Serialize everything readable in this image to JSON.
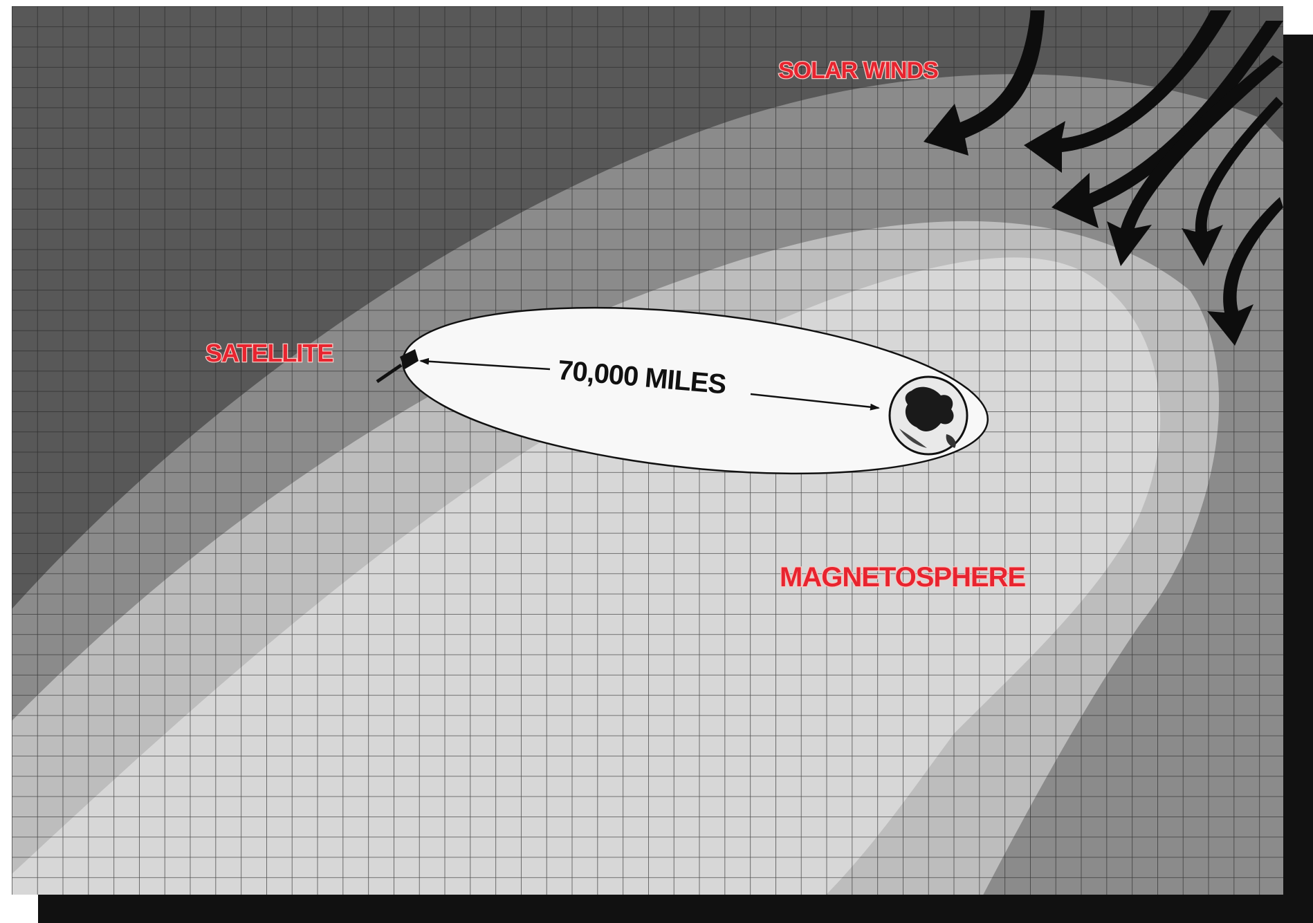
{
  "labels": {
    "solar_winds": "SOLAR WINDS",
    "satellite": "SATELLITE",
    "distance": "70,000 MILES",
    "magnetosphere": "MAGNETOSPHERE"
  },
  "colors": {
    "red_label": "#e8242f",
    "deep_space": "#555555",
    "outer_band": "#8a8a8a",
    "middle_band": "#bfbfbf",
    "inner_band": "#d6d6d6",
    "orbit_fill": "#f8f8f8",
    "arrow": "#111111",
    "grid_line": "#2a2a2a"
  },
  "icons": [
    "satellite-icon",
    "earth-icon",
    "solar-wind-arrows"
  ]
}
